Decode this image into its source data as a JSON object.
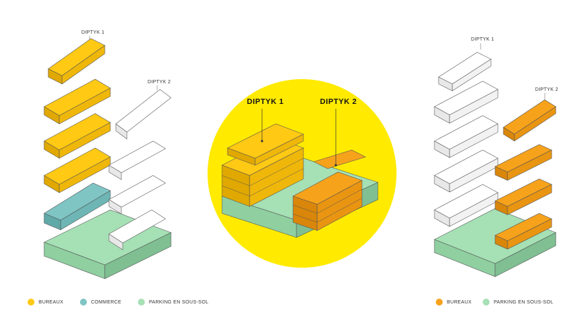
{
  "diagram": {
    "labels": {
      "diptyk1": "DIPTYK 1",
      "diptyk2": "DIPTYK 2"
    },
    "colors": {
      "bureaux_yellow": "#FFC914",
      "bureaux_orange": "#F7A21B",
      "commerce": "#7FC5C4",
      "parking": "#A6E0B5",
      "circle": "#FFEA00",
      "white_slab": "#ffffff",
      "outline": "#555555"
    }
  },
  "legend_left": [
    {
      "label": "BUREAUX",
      "color": "#FFC914"
    },
    {
      "label": "COMMERCE",
      "color": "#7FC5C4"
    },
    {
      "label": "PARKING EN SOUS-SOL",
      "color": "#A6E0B5"
    }
  ],
  "legend_right": [
    {
      "label": "BUREAUX",
      "color": "#F7A21B"
    },
    {
      "label": "PARKING EN SOUS-SOL",
      "color": "#A6E0B5"
    }
  ]
}
